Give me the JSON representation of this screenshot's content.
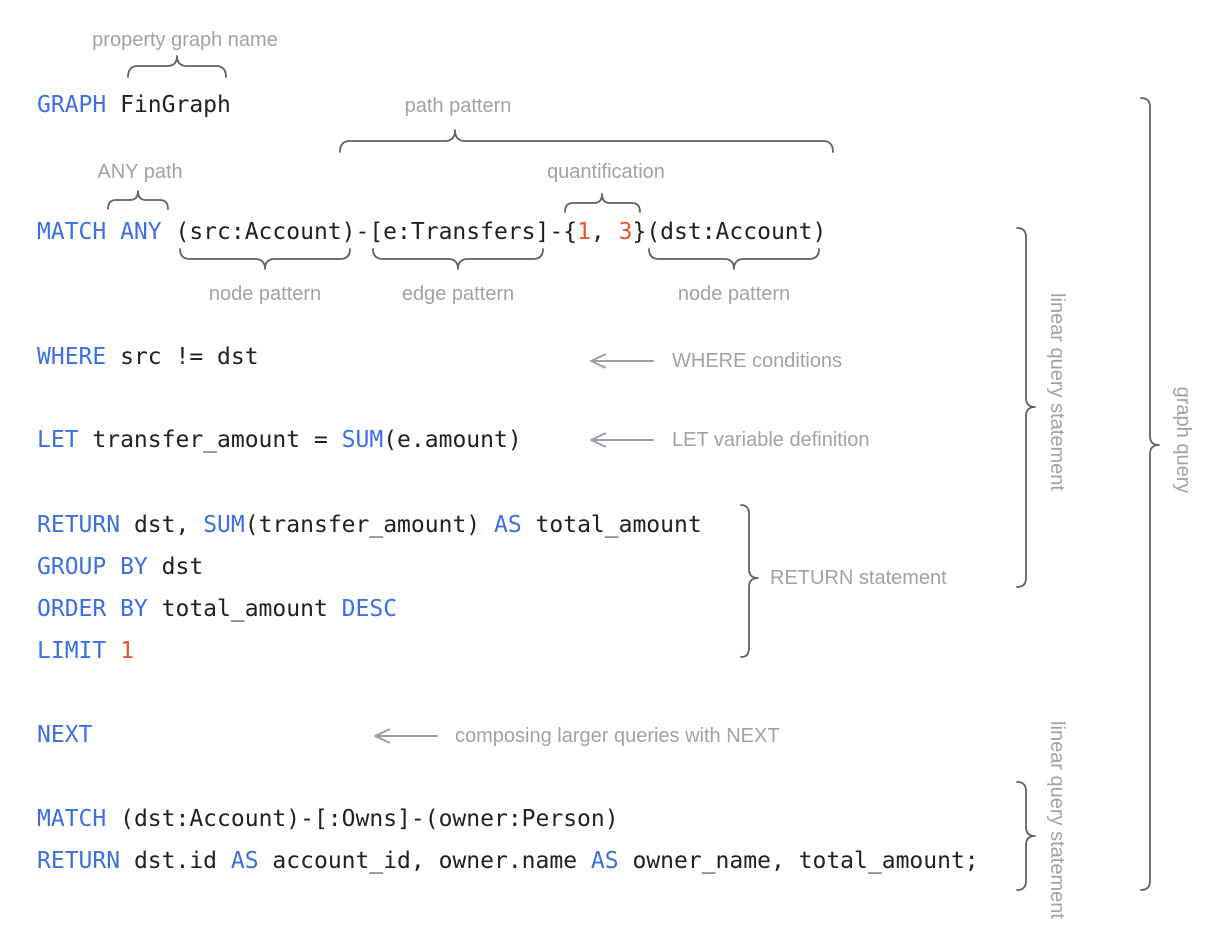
{
  "colors": {
    "keyword_blue": "#3c6fe0",
    "number_orange": "#e5552f",
    "code_text": "#202124",
    "annotation_gray": "#a0a3a6",
    "brace_gray": "#5f6368"
  },
  "code": {
    "lines": [
      {
        "name": "graph-declaration",
        "tokens": [
          {
            "c": "kw",
            "t": "GRAPH"
          },
          {
            "c": "pl",
            "t": " FinGraph"
          }
        ]
      },
      {
        "name": "match-path",
        "tokens": [
          {
            "c": "kw",
            "t": "MATCH ANY"
          },
          {
            "c": "pl",
            "t": " (src:Account)-[e:Transfers]-{"
          },
          {
            "c": "num",
            "t": "1"
          },
          {
            "c": "pl",
            "t": ", "
          },
          {
            "c": "num",
            "t": "3"
          },
          {
            "c": "pl",
            "t": "}(dst:Account)"
          }
        ]
      },
      {
        "name": "where-clause",
        "tokens": [
          {
            "c": "kw",
            "t": "WHERE"
          },
          {
            "c": "pl",
            "t": " src != dst"
          }
        ]
      },
      {
        "name": "let-clause",
        "tokens": [
          {
            "c": "kw",
            "t": "LET"
          },
          {
            "c": "pl",
            "t": " transfer_amount = "
          },
          {
            "c": "kw",
            "t": "SUM"
          },
          {
            "c": "pl",
            "t": "(e.amount)"
          }
        ]
      },
      {
        "name": "return-clause",
        "tokens": [
          {
            "c": "kw",
            "t": "RETURN"
          },
          {
            "c": "pl",
            "t": " dst, "
          },
          {
            "c": "kw",
            "t": "SUM"
          },
          {
            "c": "pl",
            "t": "(transfer_amount) "
          },
          {
            "c": "kw",
            "t": "AS"
          },
          {
            "c": "pl",
            "t": " total_amount"
          }
        ]
      },
      {
        "name": "group-by-clause",
        "tokens": [
          {
            "c": "kw",
            "t": "GROUP BY"
          },
          {
            "c": "pl",
            "t": " dst"
          }
        ]
      },
      {
        "name": "order-by-clause",
        "tokens": [
          {
            "c": "kw",
            "t": "ORDER BY"
          },
          {
            "c": "pl",
            "t": " total_amount "
          },
          {
            "c": "kw",
            "t": "DESC"
          }
        ]
      },
      {
        "name": "limit-clause",
        "tokens": [
          {
            "c": "kw",
            "t": "LIMIT"
          },
          {
            "c": "pl",
            "t": " "
          },
          {
            "c": "num",
            "t": "1"
          }
        ]
      },
      {
        "name": "next-keyword",
        "tokens": [
          {
            "c": "kw",
            "t": "NEXT"
          }
        ]
      },
      {
        "name": "match-owns",
        "tokens": [
          {
            "c": "kw",
            "t": "MATCH"
          },
          {
            "c": "pl",
            "t": " (dst:Account)-[:Owns]-(owner:Person)"
          }
        ]
      },
      {
        "name": "return-final",
        "tokens": [
          {
            "c": "kw",
            "t": "RETURN"
          },
          {
            "c": "pl",
            "t": " dst.id "
          },
          {
            "c": "kw",
            "t": "AS"
          },
          {
            "c": "pl",
            "t": " account_id, owner.name "
          },
          {
            "c": "kw",
            "t": "AS"
          },
          {
            "c": "pl",
            "t": " owner_name, total_amount;"
          }
        ]
      }
    ]
  },
  "annotations": {
    "property_graph_name": "property graph name",
    "path_pattern": "path pattern",
    "any_path": "ANY path",
    "quantification": "quantification",
    "node_pattern_left": "node pattern",
    "edge_pattern": "edge pattern",
    "node_pattern_right": "node pattern",
    "where_conditions": "WHERE conditions",
    "let_variable_definition": "LET variable definition",
    "return_statement": "RETURN statement",
    "composing_with_next": "composing larger queries with NEXT",
    "linear_query_statement_top": "linear query statement",
    "linear_query_statement_bottom": "linear query statement",
    "graph_query": "graph query"
  }
}
